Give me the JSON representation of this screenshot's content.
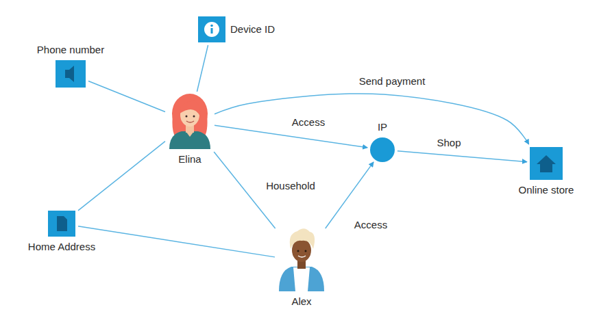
{
  "diagram": {
    "nodes": [
      {
        "text": [
          "Device ID"
        ]
      },
      {
        "text": [
          "Phone number"
        ]
      },
      {
        "text": [
          "Elina"
        ]
      },
      {
        "text": [
          "IP"
        ]
      },
      {
        "text": [
          "Online store"
        ]
      },
      {
        "text": [
          "Home Address"
        ]
      },
      {
        "text": [
          "Alex"
        ]
      }
    ],
    "edges": [
      {
        "from": 1,
        "to": 2,
        "arrow": "none"
      },
      {
        "from": 0,
        "to": 2,
        "arrow": "none"
      },
      {
        "from": 2,
        "to": 4,
        "label": "Send payment",
        "arrow": "to"
      },
      {
        "from": 2,
        "to": 3,
        "label": "Access",
        "arrow": "to"
      },
      {
        "from": 3,
        "to": 4,
        "label": "Shop",
        "arrow": "to"
      },
      {
        "from": 2,
        "to": 6,
        "label": "Household",
        "arrow": "none"
      },
      {
        "from": 6,
        "to": 3,
        "label": "Access",
        "arrow": "to"
      },
      {
        "from": 5,
        "to": 2,
        "arrow": "none"
      },
      {
        "from": 5,
        "to": 6,
        "arrow": "none"
      }
    ]
  }
}
